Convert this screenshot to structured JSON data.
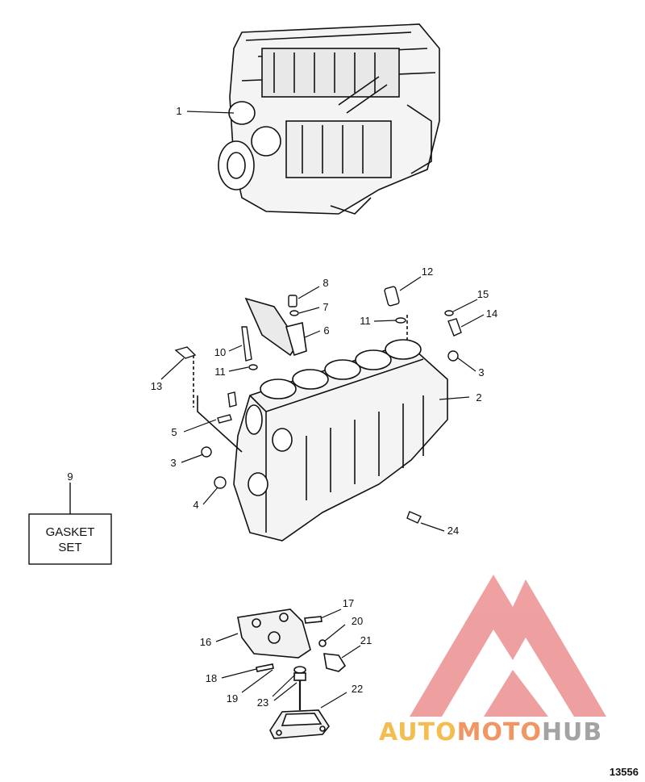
{
  "callouts": [
    "1",
    "2",
    "3",
    "3",
    "4",
    "5",
    "6",
    "7",
    "8",
    "9",
    "10",
    "11",
    "11",
    "12",
    "13",
    "14",
    "15",
    "16",
    "17",
    "18",
    "19",
    "20",
    "21",
    "22",
    "23",
    "24"
  ],
  "gasket_box": {
    "line1": "GASKET",
    "line2": "SET"
  },
  "figure_number": "13556",
  "watermark": {
    "part1": "AUTO",
    "part2": "MOTO",
    "part3": "HUB",
    "colors": {
      "logo": "#e56a6a",
      "auto": "#f3b63d",
      "moto": "#f08a52",
      "hub": "#9a9a9a"
    }
  }
}
